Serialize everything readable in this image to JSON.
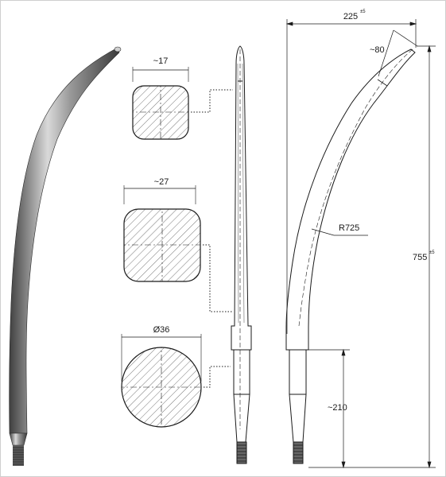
{
  "cross_sections": {
    "small": {
      "label": "~17"
    },
    "medium": {
      "label": "~27"
    },
    "round": {
      "label": "Ø36"
    }
  },
  "side_view": {
    "width_label": "225",
    "width_tolerance": "±5",
    "tip_label": "~80",
    "radius_label": "R725",
    "height_label": "755",
    "height_tolerance": "±5",
    "shank_label": "~210"
  },
  "colors": {
    "line": "#1a1a1a",
    "hatch": "#555555",
    "steel_light": "#d6d6d6",
    "steel_dark": "#4a4a4a"
  }
}
